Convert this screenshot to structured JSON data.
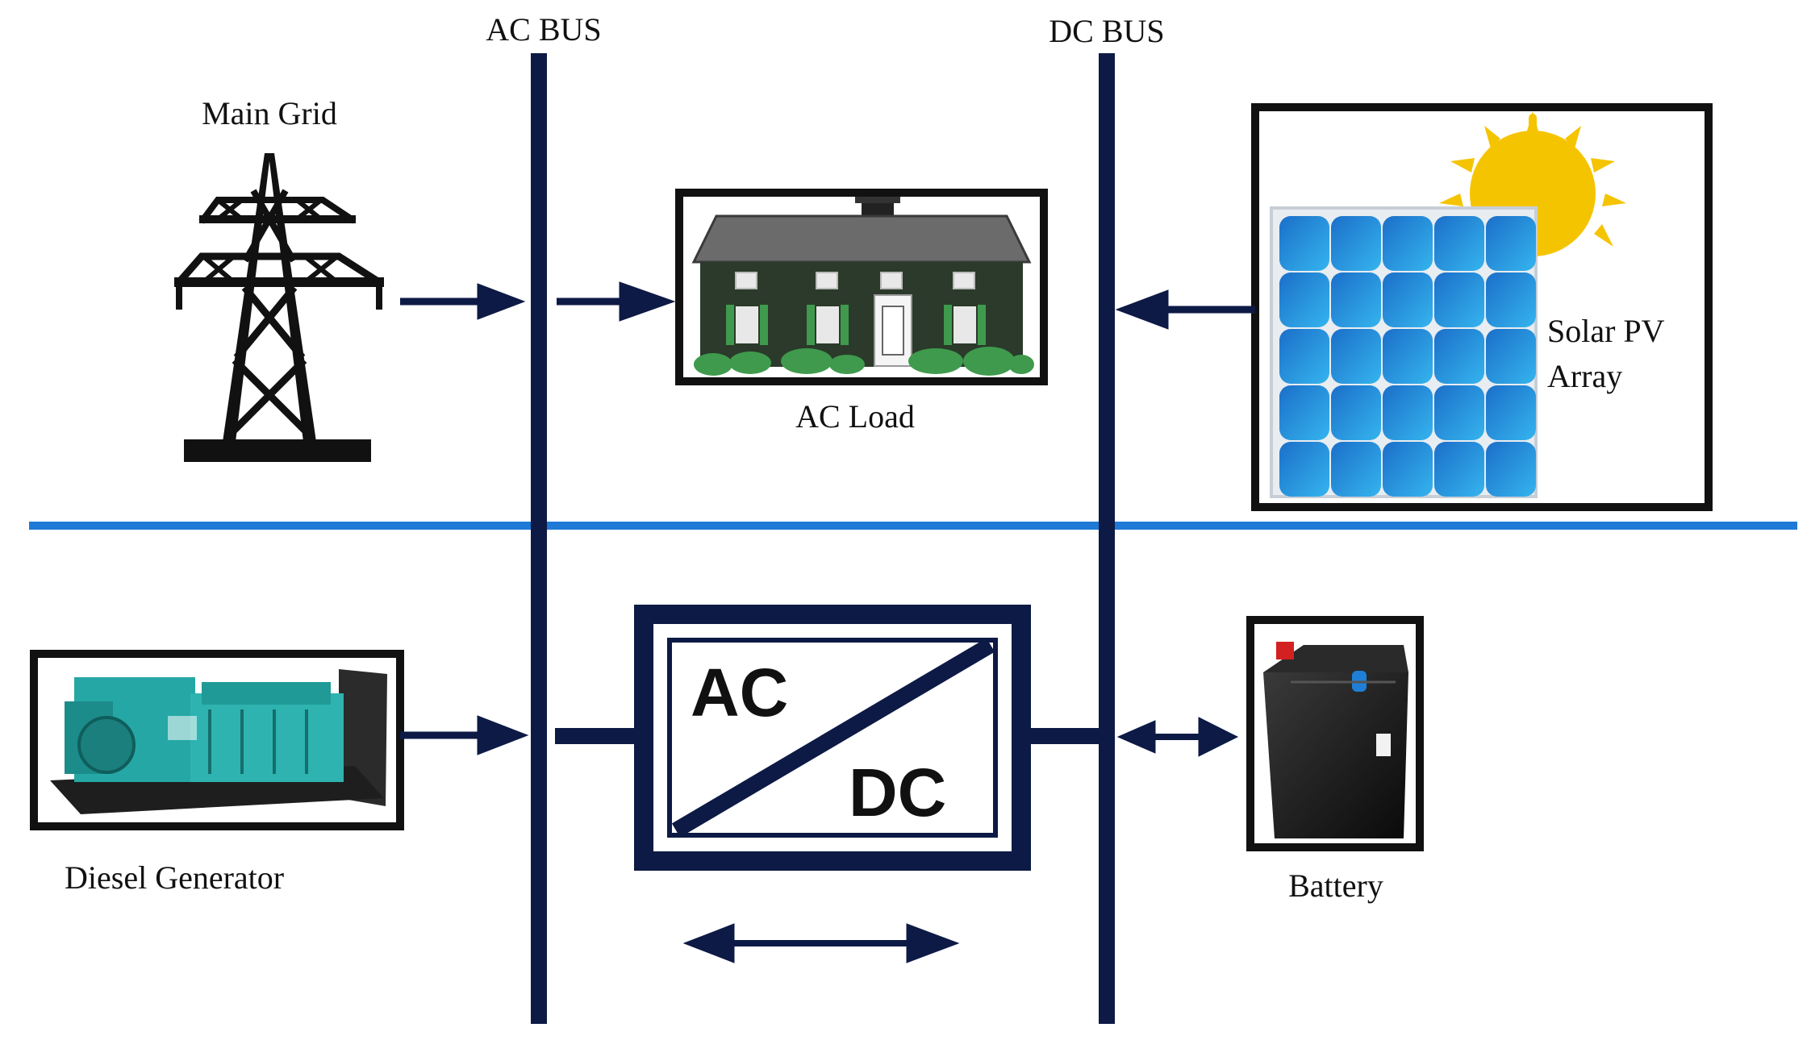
{
  "buses": {
    "ac": "AC BUS",
    "dc": "DC BUS"
  },
  "components": {
    "main_grid": "Main Grid",
    "ac_load": "AC Load",
    "solar_pv_line1": "Solar PV",
    "solar_pv_line2": "Array",
    "diesel_generator": "Diesel Generator",
    "battery": "Battery"
  },
  "converter": {
    "ac": "AC",
    "dc": "DC"
  },
  "colors": {
    "bus": "#0d1a45",
    "divider": "#1e7ad6",
    "panel": "#1e8fe0",
    "sun": "#f5c400",
    "house": "#2b3a2a",
    "shrub": "#3f9a4d",
    "generator": "#24a7a5"
  },
  "icons": [
    "transmission-tower-icon",
    "house-icon",
    "solar-panel-icon",
    "sun-icon",
    "diesel-generator-icon",
    "battery-icon"
  ]
}
